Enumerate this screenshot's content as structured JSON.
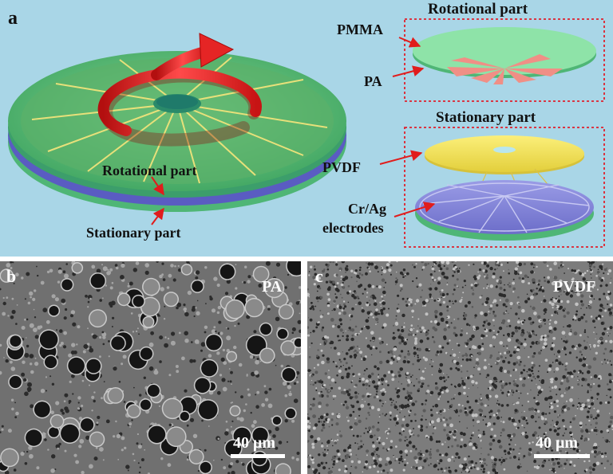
{
  "panel_a": {
    "letter": "a",
    "rotational_title": "Rotational part",
    "stationary_title": "Stationary part",
    "label_pmma": "PMMA",
    "label_pa": "PA",
    "label_pvdf": "PVDF",
    "label_crag_line1": "Cr/Ag",
    "label_crag_line2": "electrodes",
    "label_rotational_part": "Rotational part",
    "label_stationary_part": "Stationary part"
  },
  "panel_b": {
    "letter": "b",
    "material": "PA",
    "scale_bar": "40 μm"
  },
  "panel_c": {
    "letter": "c",
    "material": "PVDF",
    "scale_bar": "40 μm"
  },
  "colors": {
    "background_a": "#a9d6e7",
    "green_disk": "#5fc07a",
    "purple_disk": "#7b7bd6",
    "yellow_disk": "#f2e25a",
    "pink_sectors": "#f08f86",
    "red_arrow": "#e11c1c",
    "dash_box": "#e0202c"
  }
}
